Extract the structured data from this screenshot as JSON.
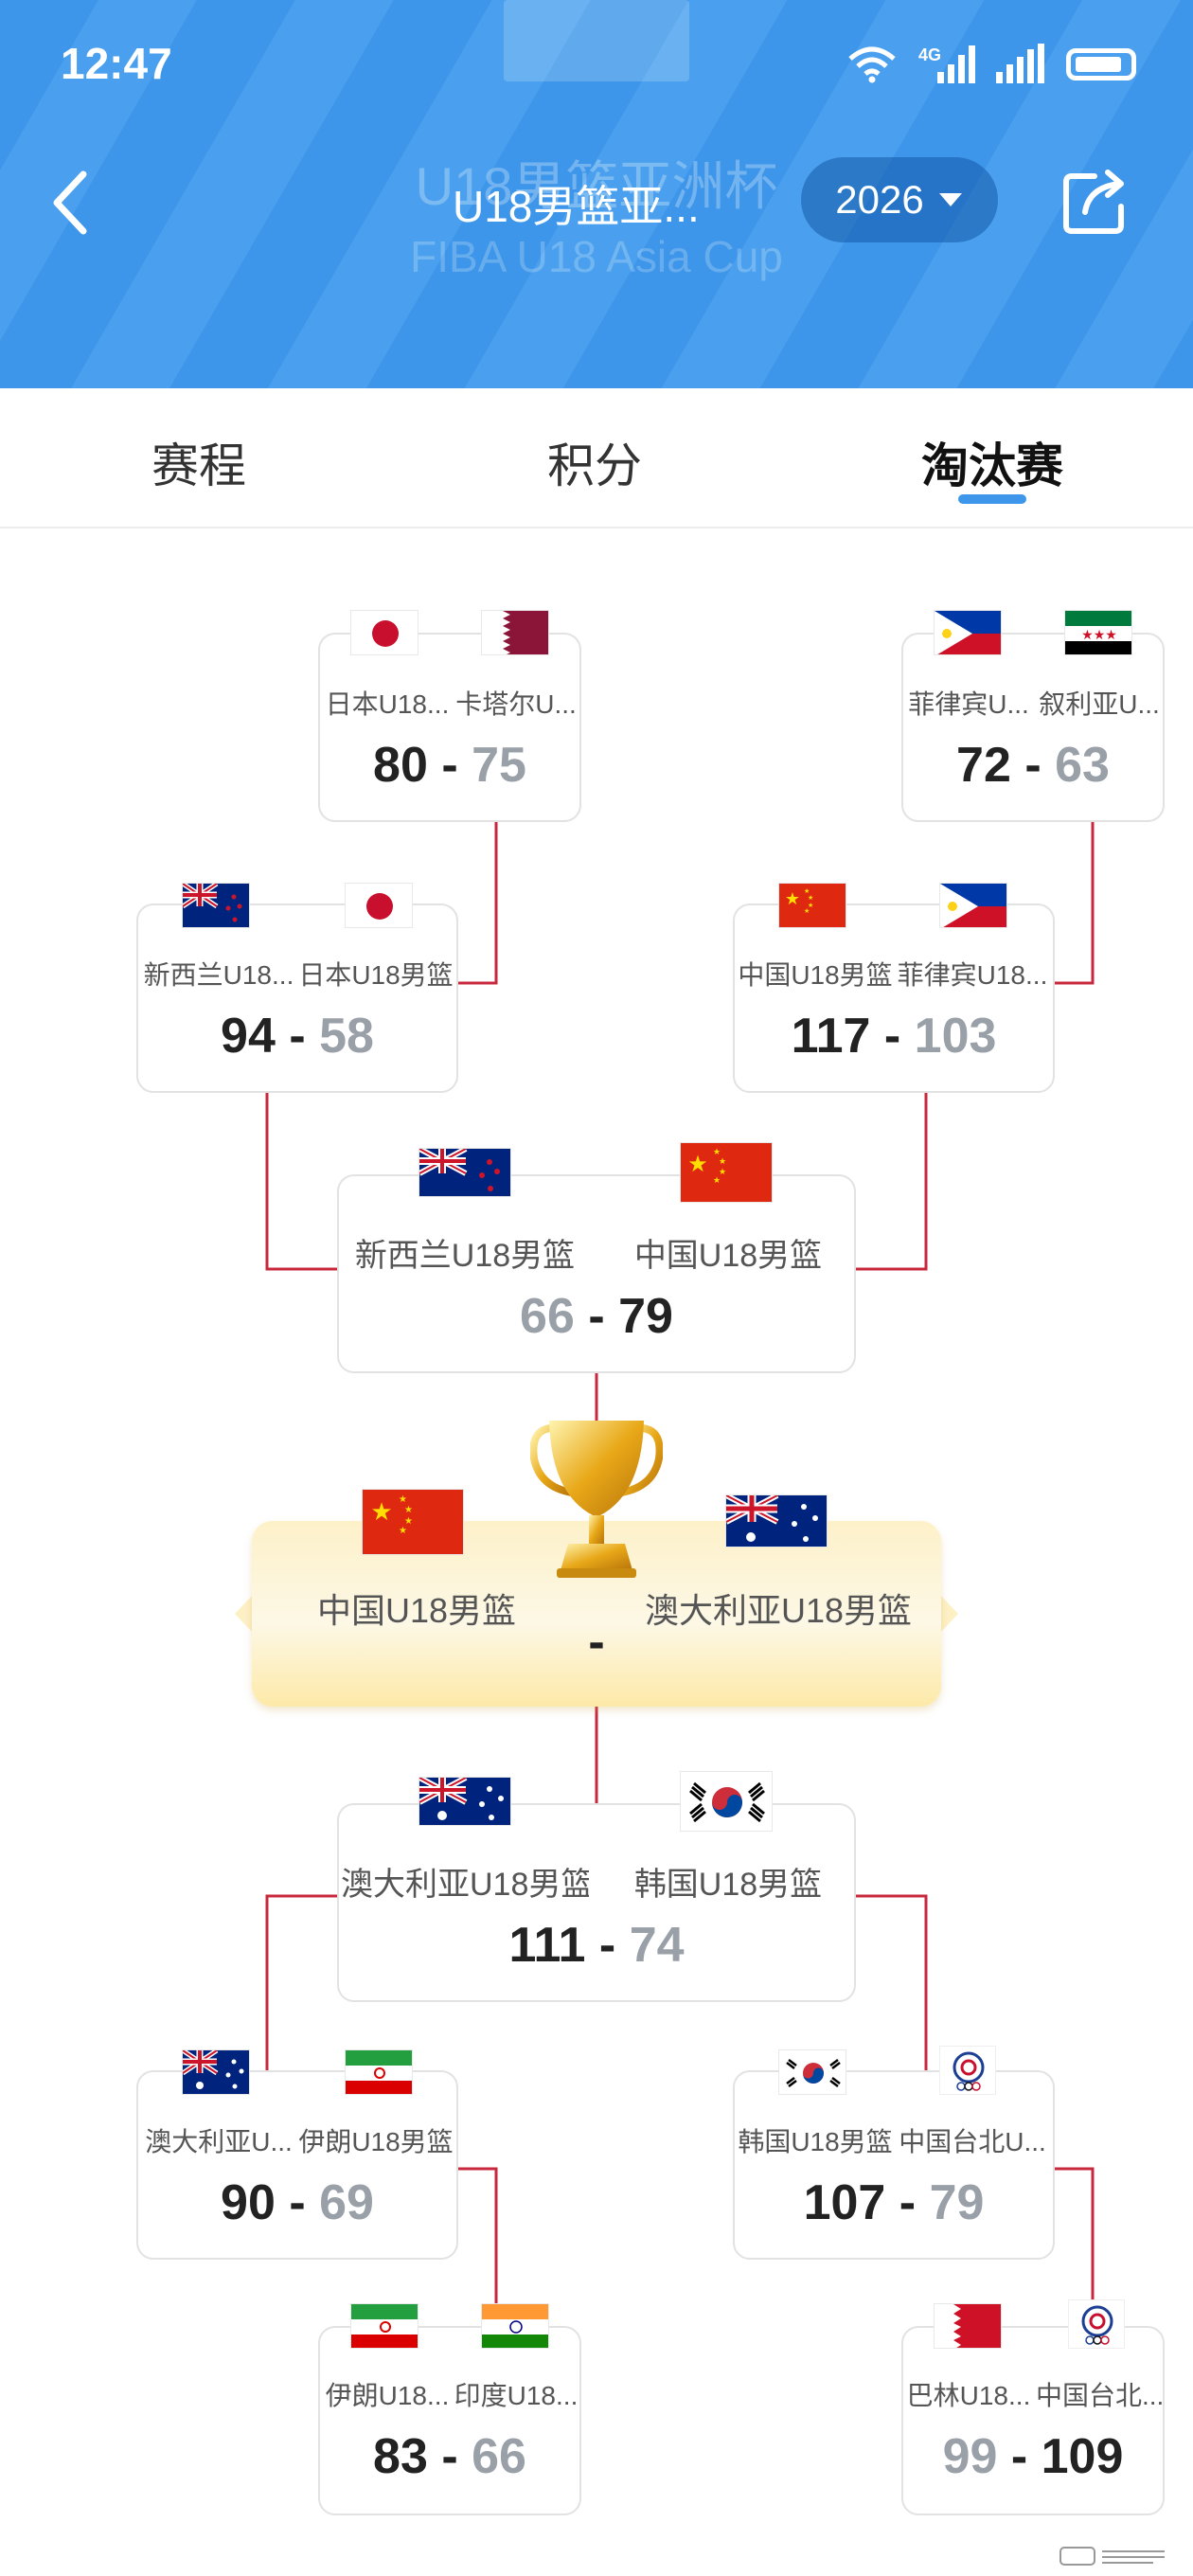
{
  "status_bar": {
    "time": "12:47",
    "network": "4G"
  },
  "header": {
    "title": "U18男篮亚...",
    "ghost_title_cn": "U18男篮亚洲杯",
    "ghost_title_en": "FIBA U18 Asia Cup",
    "year": "2026",
    "back_icon": "chevron-left-icon",
    "share_icon": "share-icon",
    "accent_color": "#3d96ea"
  },
  "tabs": [
    {
      "label": "赛程",
      "active": false
    },
    {
      "label": "积分",
      "active": false
    },
    {
      "label": "淘汰赛",
      "active": true
    }
  ],
  "bracket": {
    "top": {
      "r1_left": {
        "team_a": "日本U18...",
        "team_b": "卡塔尔U...",
        "score_a": "80",
        "score_b": "75"
      },
      "r1_right": {
        "team_a": "菲律宾U...",
        "team_b": "叙利亚U...",
        "score_a": "72",
        "score_b": "63"
      },
      "qf_left": {
        "team_a": "新西兰U18...",
        "team_b": "日本U18男篮",
        "score_a": "94",
        "score_b": "58"
      },
      "qf_right": {
        "team_a": "中国U18男篮",
        "team_b": "菲律宾U18...",
        "score_a": "117",
        "score_b": "103"
      },
      "sf": {
        "team_a": "新西兰U18男篮",
        "team_b": "中国U18男篮",
        "score_a": "66",
        "score_b": "79"
      }
    },
    "final": {
      "team_a": "中国U18男篮",
      "team_b": "澳大利亚U18男篮",
      "score": "-",
      "trophy_icon": "trophy-icon"
    },
    "bottom": {
      "sf": {
        "team_a": "澳大利亚U18男篮",
        "team_b": "韩国U18男篮",
        "score_a": "111",
        "score_b": "74"
      },
      "qf_left": {
        "team_a": "澳大利亚U...",
        "team_b": "伊朗U18男篮",
        "score_a": "90",
        "score_b": "69"
      },
      "qf_right": {
        "team_a": "韩国U18男篮",
        "team_b": "中国台北U...",
        "score_a": "107",
        "score_b": "79"
      },
      "r1_left": {
        "team_a": "伊朗U18...",
        "team_b": "印度U18...",
        "score_a": "83",
        "score_b": "66"
      },
      "r1_right": {
        "team_a": "巴林U18...",
        "team_b": "中国台北...",
        "score_a": "99",
        "score_b": "109"
      }
    },
    "line_color": "#c8283c"
  }
}
